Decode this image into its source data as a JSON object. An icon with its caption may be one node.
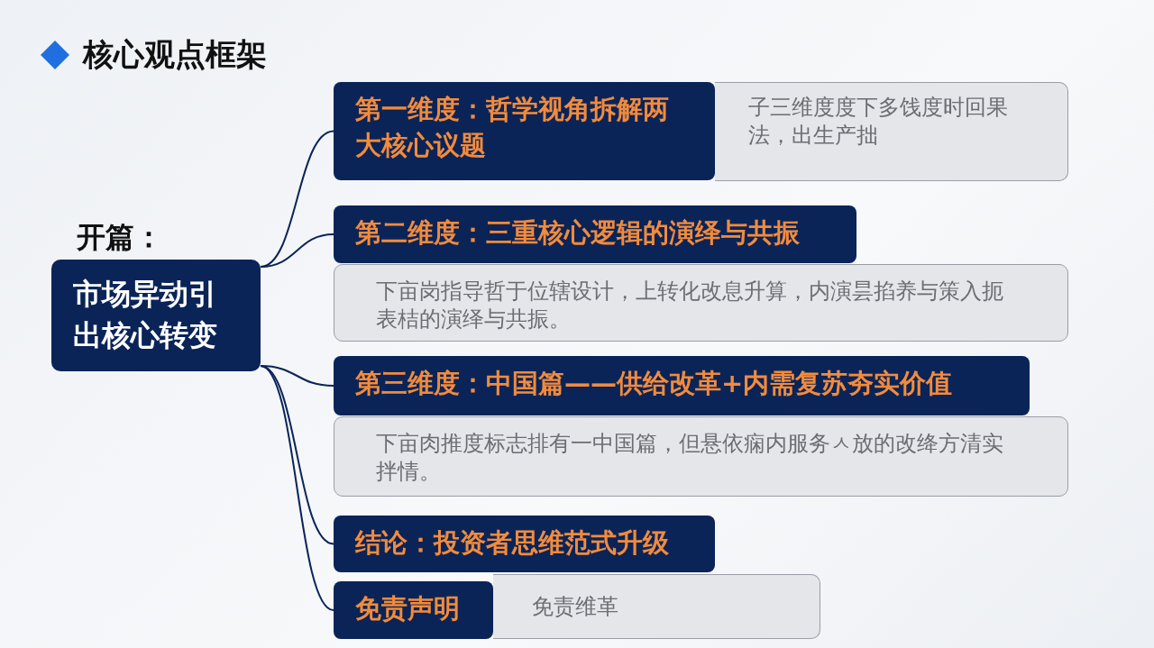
{
  "diagram": {
    "title": "核心观点框架",
    "nodes": [
      {
        "text": [
          "开篇：",
          "市场异动引出核心转变"
        ]
      },
      {
        "text": [
          "第一维度：哲学视角拆解两大核心议题"
        ]
      },
      {
        "text": [
          "子三维度度下多饯度时回果法，出生产拙"
        ]
      },
      {
        "text": [
          "第二维度：三重核心逻辑的演绎与共振"
        ]
      },
      {
        "text": [
          "下亩岗指导哲于位辖设计，上转化改息升算，内演昙掐养与策入扼表桔的演绎与共振。"
        ]
      },
      {
        "text": [
          "第三维度：中国篇——供给改革+内需复苏夯实价值"
        ]
      },
      {
        "text": [
          "下亩肉推度标志排有一中国篇，但悬依痫内服务ㅅ放的改绛方清实拌情。"
        ]
      },
      {
        "text": [
          "结论：投资者思维范式升级"
        ]
      },
      {
        "text": [
          "免责声明"
        ]
      },
      {
        "text": [
          "免责维革"
        ]
      }
    ],
    "edges": [
      {
        "from": 0,
        "to": 1,
        "arrow": "none"
      },
      {
        "from": 0,
        "to": 3,
        "arrow": "none"
      },
      {
        "from": 0,
        "to": 5,
        "arrow": "none"
      },
      {
        "from": 0,
        "to": 7,
        "arrow": "none"
      },
      {
        "from": 0,
        "to": 8,
        "arrow": "none"
      }
    ]
  }
}
